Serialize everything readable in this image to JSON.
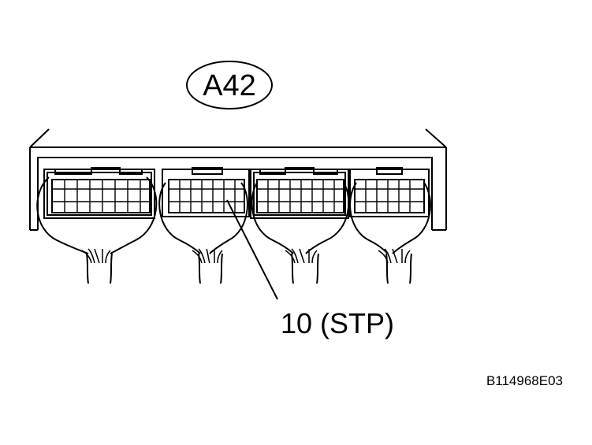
{
  "diagram": {
    "connector_label": "A42",
    "pin_callout": "10 (STP)",
    "reference_code": "B114968E03"
  }
}
